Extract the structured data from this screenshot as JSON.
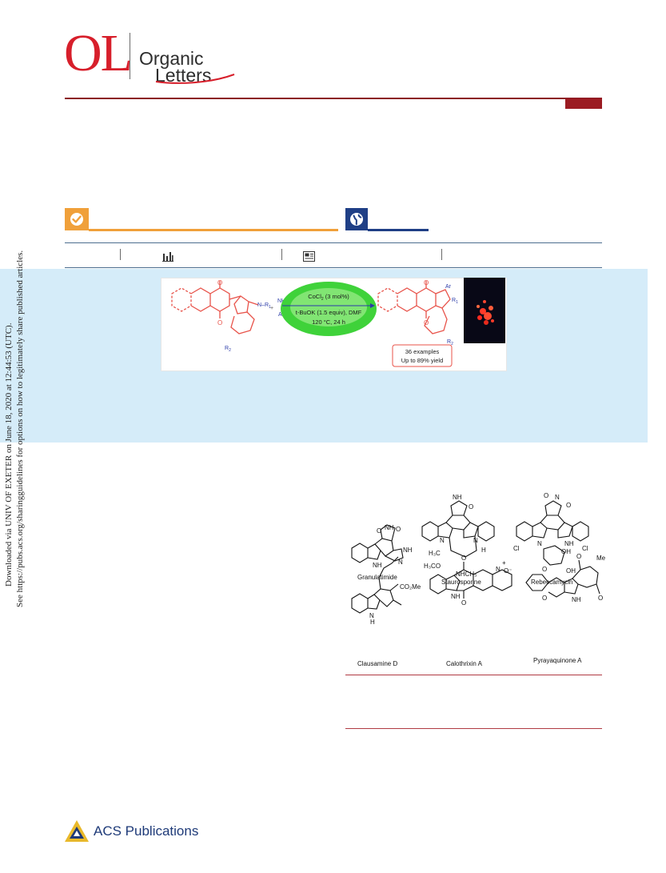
{
  "journal": {
    "logo_abbrev": "OL",
    "logo_line1": "Organic",
    "logo_line2": "Letters"
  },
  "toc_graphic": {
    "reagent_nh2": "NH",
    "reagent_nh2_sub": "2",
    "reagent_ar": "Ar",
    "conditions": {
      "catalyst_main": "CoCl",
      "catalyst_sub": "2",
      "catalyst_load": " (3 mol%)",
      "base": "t-BuOK (1.5 equiv), DMF",
      "temp_time": "120 °C, 24 h"
    },
    "product_ar": "Ar",
    "substituent_r1": "R",
    "substituent_r1_sub": "1",
    "substituent_r2": "R",
    "substituent_r2_sub": "2",
    "summary_examples": "36 examples",
    "summary_yield": "Up to 89% yield"
  },
  "download_stamp": {
    "line1": "Downloaded via UNIV OF EXETER on June 18, 2020 at 12:44:53 (UTC).",
    "line2": "See https://pubs.acs.org/sharingguidelines for options on how to legitimately share published articles."
  },
  "figure": {
    "compounds": [
      "Granulatimide",
      "Staurosporine",
      "Rebeccamycin",
      "Clausamine D",
      "Calothrixin A",
      "Pyrayaquinone A"
    ],
    "atom_labels": {
      "nh": "NH",
      "n": "N",
      "h": "H",
      "o": "O",
      "cl": "Cl",
      "oh": "OH",
      "me": "Me",
      "h3c": "H₃C",
      "h3co": "H₃CO",
      "nhch3": "NHCH₃",
      "co2me": "CO₂Me",
      "o_minus": "O⁻",
      "plus": "+"
    }
  },
  "publisher": {
    "name": "ACS Publications"
  },
  "colors": {
    "brand_red": "#d71f2b",
    "rule_red": "#8b1a21",
    "open_access_orange": "#f0a03a",
    "open_access_blue": "#1f3f86",
    "abstract_bg": "#d5ecf9",
    "reaction_red": "#e8534a",
    "reaction_blue": "#2a3aa8",
    "condition_green": "#3fd23a",
    "acs_blue": "#1e3a78"
  },
  "icons": {
    "open_access_badge": "checkmark-icon",
    "globe_badge": "globe-icon",
    "metrics": "bar-chart-icon",
    "citations": "article-icon",
    "publisher": "acs-pyramid-icon"
  }
}
